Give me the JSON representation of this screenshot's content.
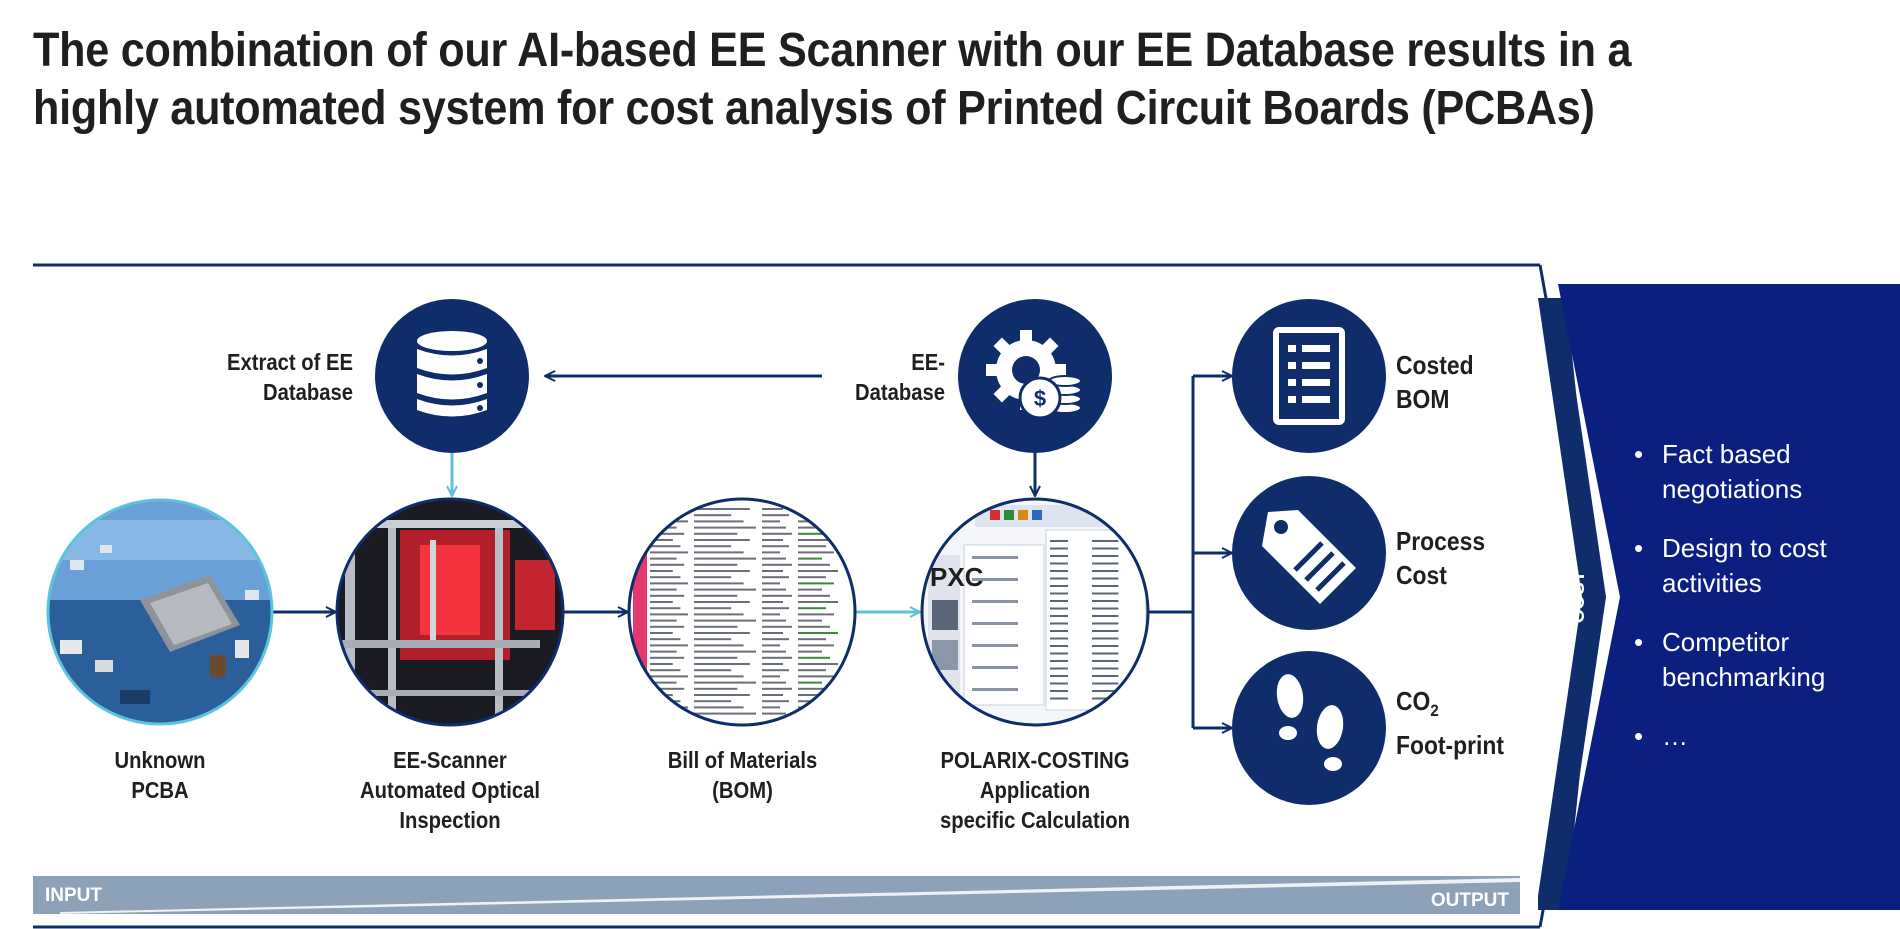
{
  "title": "The combination of our AI-based EE Scanner with our EE Database results in a highly automated system for cost analysis of Printed Circuit Boards (PCBAs)",
  "top_labels": {
    "extract": "Extract of EE\nDatabase",
    "database": "EE-\nDatabase"
  },
  "steps": [
    {
      "label": "Unknown\nPCBA"
    },
    {
      "label": "EE-Scanner\nAutomated Optical\nInspection"
    },
    {
      "label": "Bill of Materials\n(BOM)"
    },
    {
      "label": "POLARIX-COSTING\nApplication\nspecific Calculation"
    }
  ],
  "outputs": [
    {
      "label": "Costed\nBOM",
      "icon": "document-list-icon"
    },
    {
      "label": "Process\nCost",
      "icon": "price-tag-icon"
    },
    {
      "label_main": "CO",
      "label_sub": "2",
      "label_rest": "Foot-print",
      "icon": "footprints-icon"
    }
  ],
  "bar": {
    "input": "INPUT",
    "output": "OUTPUT"
  },
  "estimated_cost": "ESTIMATED\nCOST",
  "benefits": {
    "bullet": "•",
    "items": [
      "Fact based negotiations",
      "Design to cost activities",
      "Competitor benchmarking",
      "…"
    ]
  },
  "thumbnail": {
    "app_logo": "PXC"
  },
  "colors": {
    "navy": "#0f2d6b",
    "deep_blue": "#0b1f80",
    "arrow_light": "#5bc3dc",
    "bar_grey": "#8da1b9"
  }
}
